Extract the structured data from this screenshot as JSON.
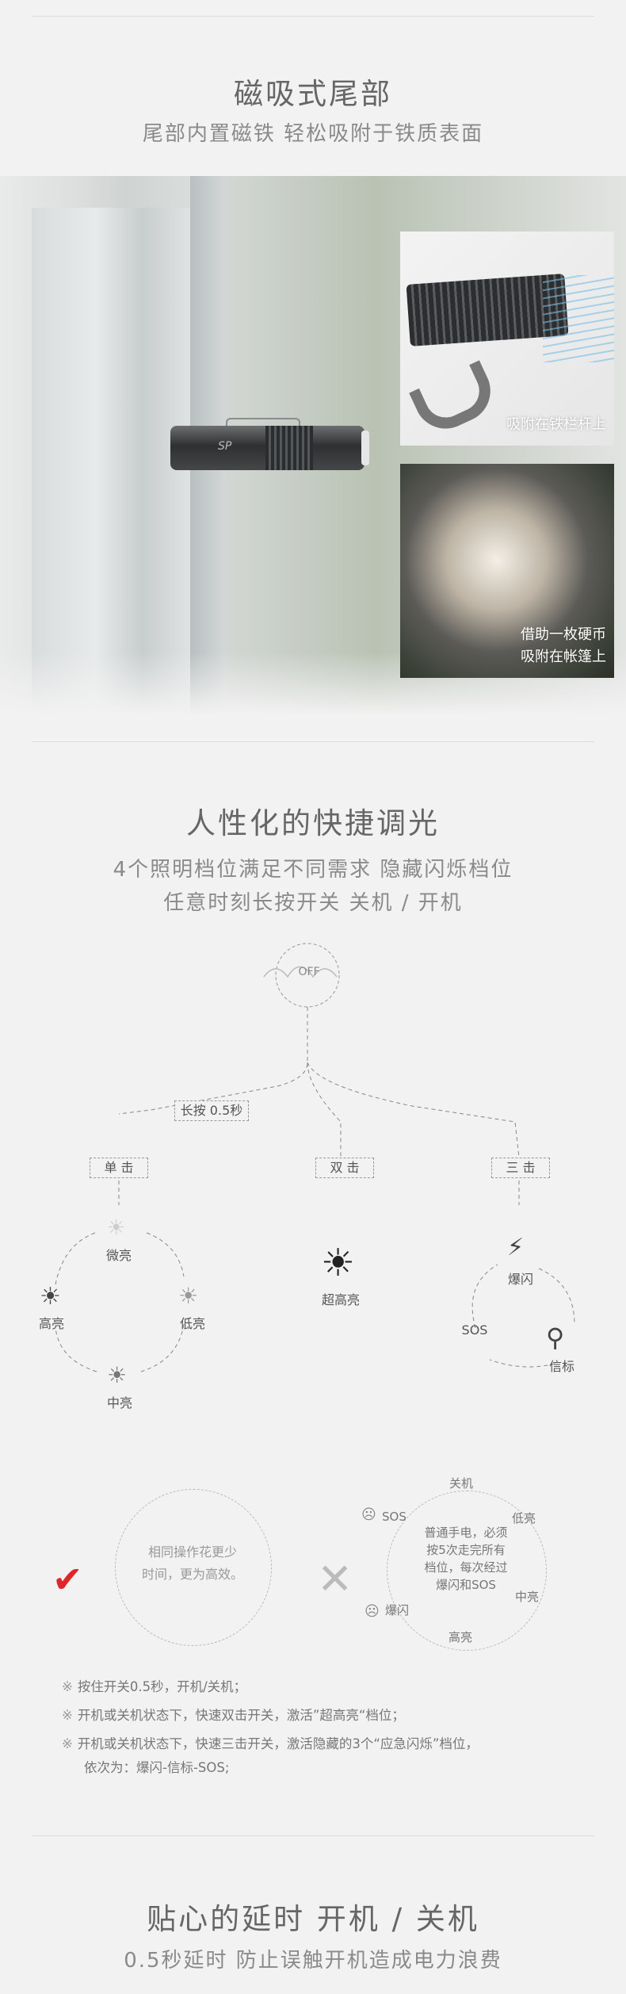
{
  "section1": {
    "title": "磁吸式尾部",
    "subtitle": "尾部内置磁铁  轻松吸附于铁质表面",
    "photo": {
      "torch_logo": "SP",
      "inset1_caption": "吸附在铁栏杆上",
      "inset2_caption_line1": "借助一枚硬币",
      "inset2_caption_line2": "吸附在帐篷上"
    }
  },
  "section2": {
    "title": "人性化的快捷调光",
    "subtitle_line1": "4个照明档位满足不同需求  隐藏闪烁档位",
    "subtitle_line2": "任意时刻长按开关  关机 / 开机",
    "off_label": "OFF",
    "long_press": "长按 0.5秒",
    "single": "单 击",
    "double": "双 击",
    "triple": "三 击",
    "single_modes": [
      "微亮",
      "低亮",
      "中亮",
      "高亮"
    ],
    "double_mode": "超高亮",
    "triple_modes": [
      "爆闪",
      "信标",
      "SOS"
    ],
    "compare_good": "相同操作花更少\n时间，更为高效。",
    "compare_bad": {
      "center": "普通手电，必须\n按5次走完所有\n档位，每次经过\n爆闪和SOS",
      "ring": [
        "关机",
        "低亮",
        "中亮",
        "高亮",
        "爆闪",
        "SOS"
      ]
    },
    "notes": [
      "按住开关0.5秒，开机/关机；",
      "开机或关机状态下，快速双击开关，激活”超高亮“档位；",
      "开机或关机状态下，快速三击开关，激活隐藏的3个“应急闪烁”档位，",
      "依次为：爆闪-信标-SOS;"
    ],
    "note_mark": "※"
  },
  "section3": {
    "title": "贴心的延时 开机 / 关机",
    "subtitle": "0.5秒延时  防止误触开机造成电力浪费"
  },
  "colors": {
    "accent_red": "#e0252b",
    "text": "#555555"
  },
  "icons": [
    "sun-icon",
    "lightning-icon",
    "location-pin-icon",
    "check-icon",
    "cross-icon",
    "sad-face-icon",
    "magnet-icon",
    "flashlight-icon"
  ]
}
